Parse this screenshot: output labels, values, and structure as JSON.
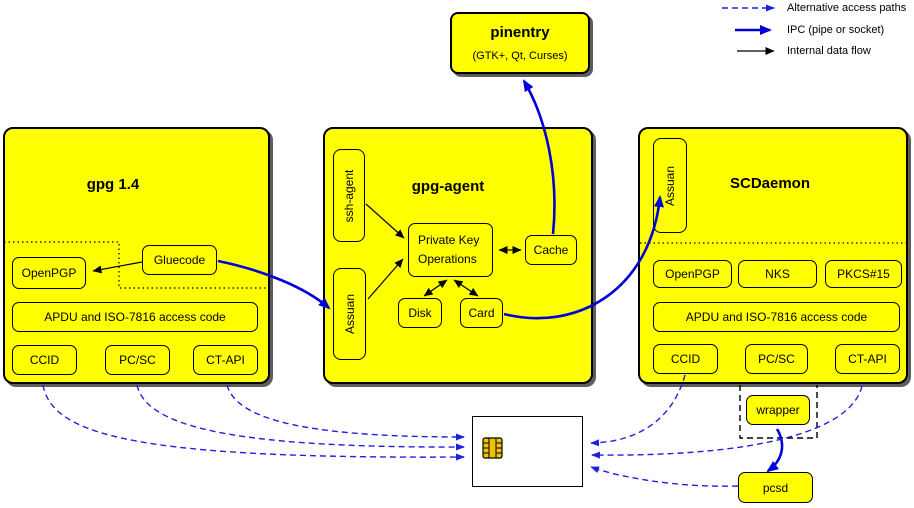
{
  "legend": {
    "items": [
      {
        "id": "alternative",
        "label": "Alternative access paths"
      },
      {
        "id": "ipc",
        "label": "IPC (pipe or socket)"
      },
      {
        "id": "internal",
        "label": "Internal data flow"
      }
    ]
  },
  "pinentry": {
    "title": "pinentry",
    "subtitle": "(GTK+, Qt, Curses)"
  },
  "gpg14": {
    "title": "gpg 1.4",
    "openpgp": "OpenPGP",
    "gluecode": "Gluecode",
    "apdu": "APDU and ISO-7816 access code",
    "ccid": "CCID",
    "pcsc": "PC/SC",
    "ctapi": "CT-API"
  },
  "gpg_agent": {
    "title": "gpg-agent",
    "ssh_agent": "ssh-agent",
    "assuan": "Assuan",
    "private_key_ops_line1": "Private Key",
    "private_key_ops_line2": "Operations",
    "cache": "Cache",
    "disk": "Disk",
    "card": "Card"
  },
  "scdaemon": {
    "title": "SCDaemon",
    "assuan": "Assuan",
    "openpgp": "OpenPGP",
    "nks": "NKS",
    "pkcs15": "PKCS#15",
    "apdu": "APDU and ISO-7816 access code",
    "ccid": "CCID",
    "pcsc": "PC/SC",
    "ctapi": "CT-API"
  },
  "wrapper_label": "wrapper",
  "pcsd_label": "pcsd",
  "colors": {
    "box_fill": "#ffff00",
    "ipc_blue": "#0000d8",
    "dashed_blue": "#2020e0",
    "line_black": "#000000",
    "chip_gold": "#eec200",
    "card_fill": "#ffffff"
  }
}
